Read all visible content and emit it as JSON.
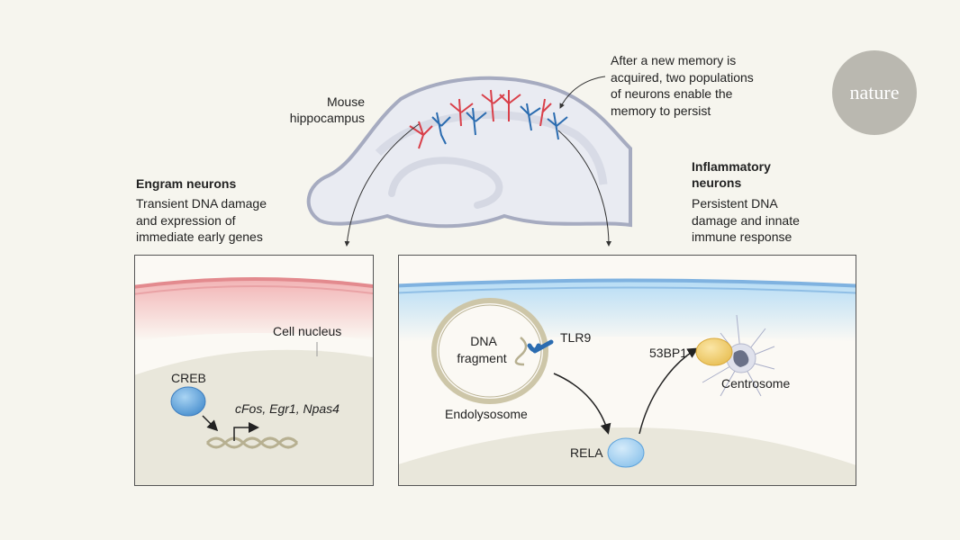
{
  "logo": {
    "text": "nature",
    "color": "#bab8b0"
  },
  "hippocampus": {
    "label_line1": "Mouse",
    "label_line2": "hippocampus"
  },
  "annotation": {
    "lines": [
      "After a new memory is",
      "acquired, two populations",
      "of neurons enable the",
      "memory to persist"
    ]
  },
  "engram": {
    "title": "Engram neurons",
    "lines": [
      "Transient DNA damage",
      "and expression of",
      "immediate early genes"
    ],
    "color": "#d9404a",
    "panel": {
      "nucleus_label": "Cell nucleus",
      "protein": "CREB",
      "genes": "cFos, Egr1, Npas4"
    }
  },
  "inflammatory": {
    "title_line1": "Inflammatory",
    "title_line2": "neurons",
    "lines": [
      "Persistent DNA",
      "damage and innate",
      "immune response"
    ],
    "color": "#2b6cb0",
    "panel": {
      "dna_line1": "DNA",
      "dna_line2": "fragment",
      "receptor": "TLR9",
      "organelle": "Endolysosome",
      "protein1": "53BP1",
      "centrosome": "Centrosome",
      "protein2": "RELA"
    }
  }
}
